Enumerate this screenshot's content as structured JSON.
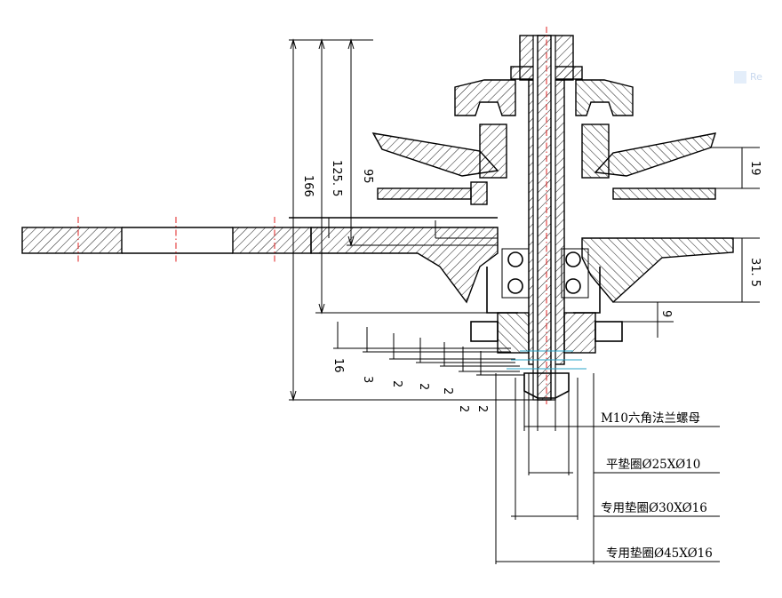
{
  "dimensions": {
    "d166": "166",
    "d125": "125. 5",
    "d95": "95",
    "d19": "19",
    "d31": "31. 5",
    "d9": "9",
    "d16": "16",
    "d3": "3",
    "d2a": "2",
    "d2b": "2",
    "d2c": "2",
    "d2d": "2",
    "d2e": "2"
  },
  "parts": [
    "M10六角法兰螺母",
    "平垫圈Ø25XØ10",
    "专用垫圈Ø30XØ16",
    "专用垫圈Ø45XØ16"
  ],
  "corner_fragment": "Re"
}
